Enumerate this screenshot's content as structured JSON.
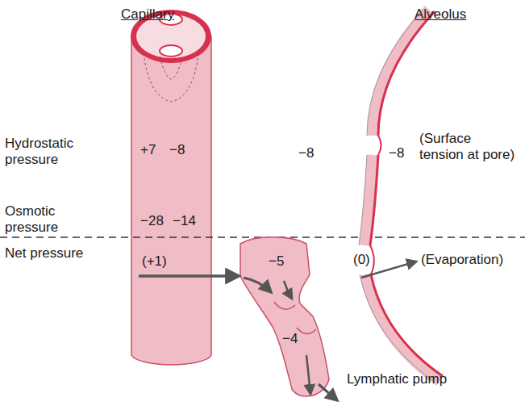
{
  "diagram": {
    "labels": [
      "Capillary",
      "Alveolus",
      "Hydrostatic pressure",
      "+7",
      "−8",
      "−8",
      "−8",
      "(Surface tension at pore)",
      "Osmotic pressure",
      "−28",
      "−14",
      "Net pressure",
      "(+1)",
      "−5",
      "−4",
      "(0)",
      "(Evaporation)",
      "Lymphatic pump"
    ]
  }
}
